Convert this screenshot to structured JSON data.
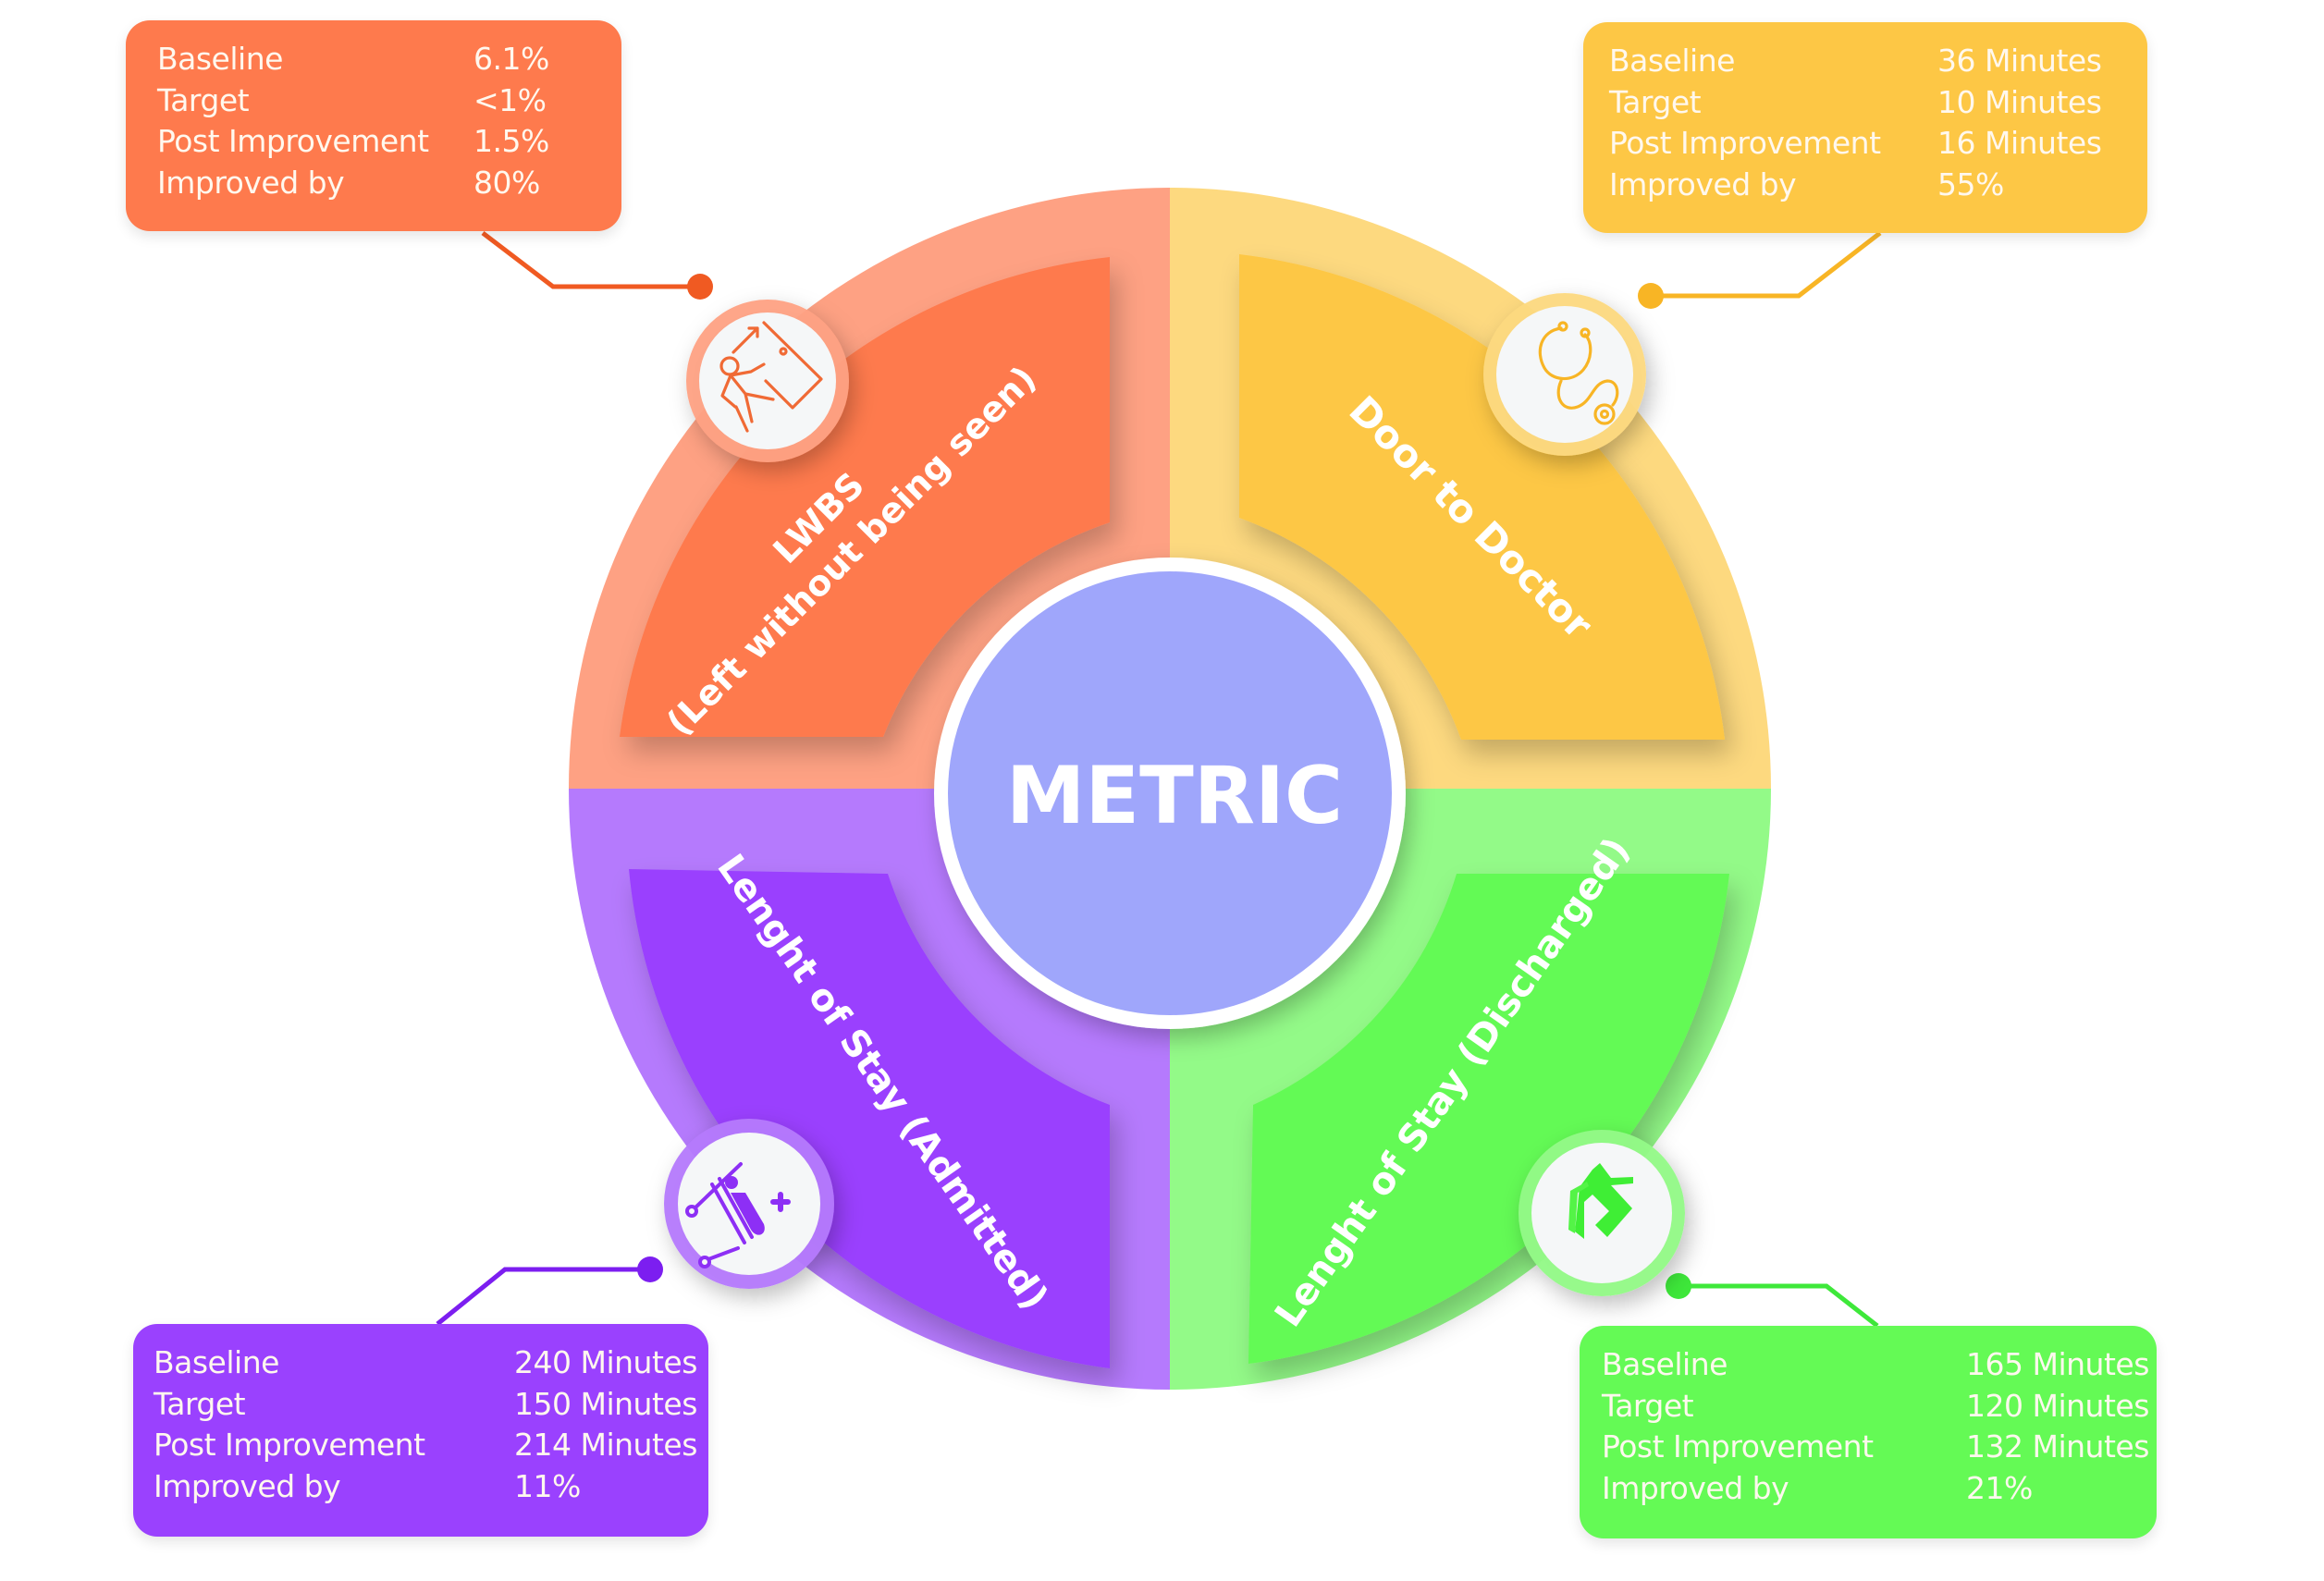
{
  "center": {
    "title": "METRIC",
    "color": "#9fa6fb"
  },
  "metrics": [
    {
      "id": "lwbs",
      "label_line1": "LWBS",
      "label_line2": "(Left without being seen)",
      "icon": "person-leaving-door-icon",
      "colors": {
        "box": "#fe7a4d",
        "ring": "#fea183",
        "block": "#fe7a4d",
        "line": "#f05a22"
      },
      "rows": [
        {
          "label": "Baseline",
          "value": "6.1%"
        },
        {
          "label": "Target",
          "value": "<1%"
        },
        {
          "label": "Post Improvement",
          "value": "1.5%"
        },
        {
          "label": "Improved by",
          "value": "80%"
        }
      ]
    },
    {
      "id": "d2d",
      "label_line1": "Door to Doctor",
      "label_line2": "",
      "icon": "stethoscope-icon",
      "colors": {
        "box": "#fdc745",
        "ring": "#fdd97f",
        "block": "#fdc745",
        "line": "#f8b525"
      },
      "rows": [
        {
          "label": "Baseline",
          "value": "36 Minutes"
        },
        {
          "label": "Target",
          "value": "10 Minutes"
        },
        {
          "label": "Post Improvement",
          "value": "16 Minutes"
        },
        {
          "label": "Improved by",
          "value": "55%"
        }
      ]
    },
    {
      "id": "admit",
      "label_line1": "Lenght of Stay (Admitted)",
      "label_line2": "",
      "icon": "hospital-bed-icon",
      "colors": {
        "box": "#9a41fe",
        "ring": "#b57afd",
        "block": "#9a41fe",
        "line": "#7c1ef0"
      },
      "rows": [
        {
          "label": "Baseline",
          "value": "240 Minutes"
        },
        {
          "label": "Target",
          "value": "150 Minutes"
        },
        {
          "label": "Post Improvement",
          "value": "214 Minutes"
        },
        {
          "label": "Improved by",
          "value": "11%"
        }
      ]
    },
    {
      "id": "disch",
      "label_line1": "Lenght of Stay (Discharged)",
      "label_line2": "",
      "icon": "house-exit-icon",
      "colors": {
        "box": "#64fa55",
        "ring": "#93fa88",
        "block": "#64fa55",
        "line": "#3ee83a"
      },
      "rows": [
        {
          "label": "Baseline",
          "value": "165 Minutes"
        },
        {
          "label": "Target",
          "value": "120 Minutes"
        },
        {
          "label": "Post Improvement",
          "value": "132 Minutes"
        },
        {
          "label": "Improved by",
          "value": "21%"
        }
      ]
    }
  ]
}
